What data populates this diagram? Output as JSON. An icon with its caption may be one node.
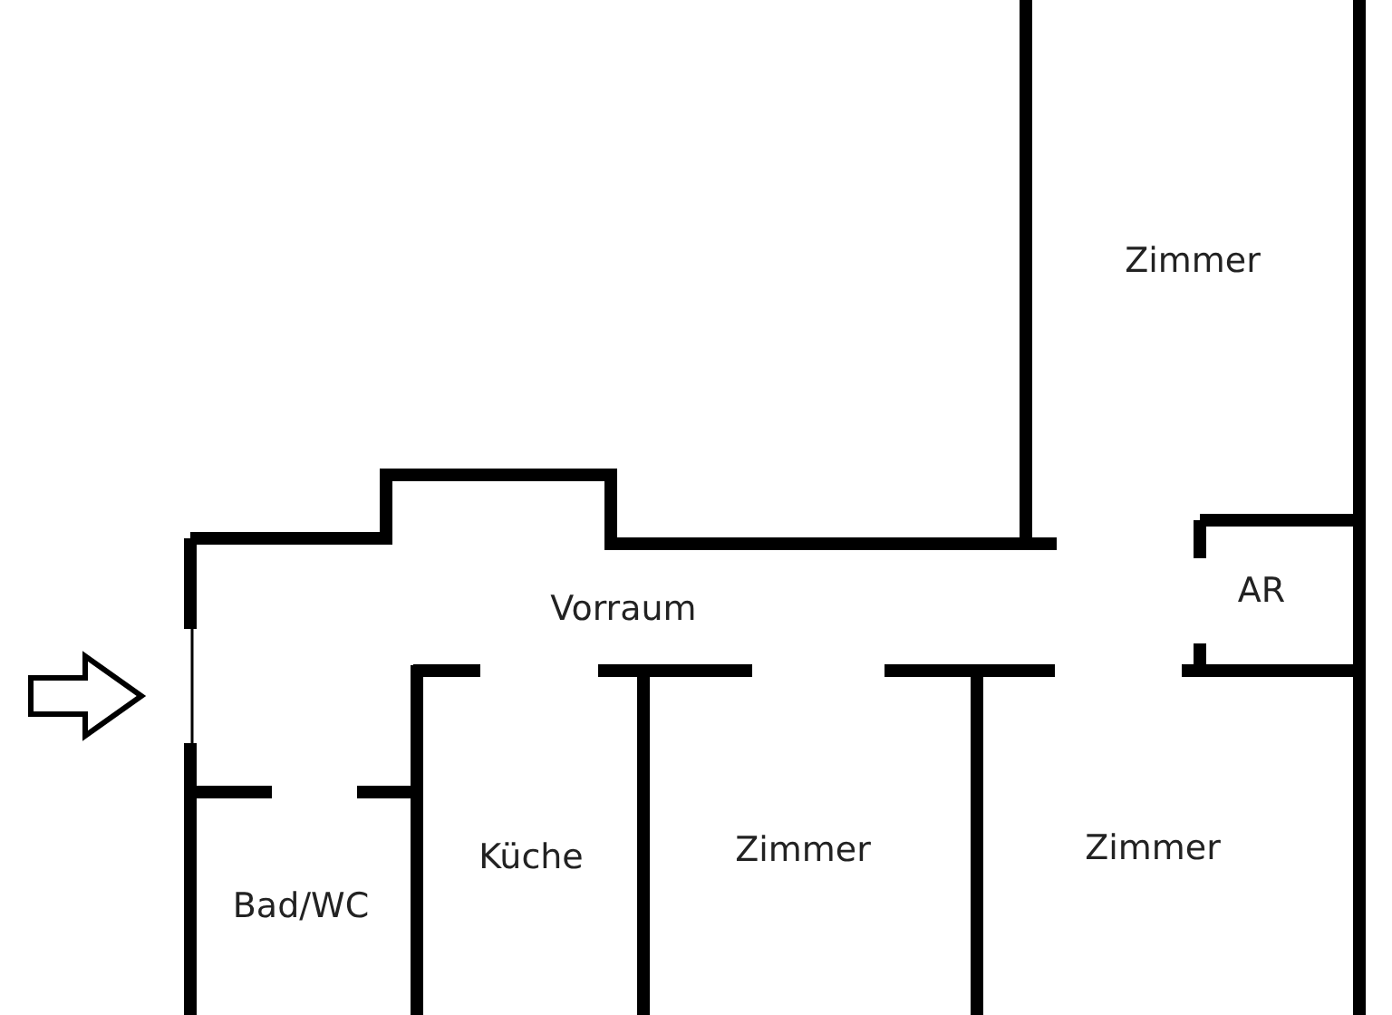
{
  "diagram": {
    "labels": [
      "Zimmer",
      "Vorraum",
      "AR",
      "Küche",
      "Zimmer",
      "Zimmer",
      "Bad/WC"
    ]
  }
}
